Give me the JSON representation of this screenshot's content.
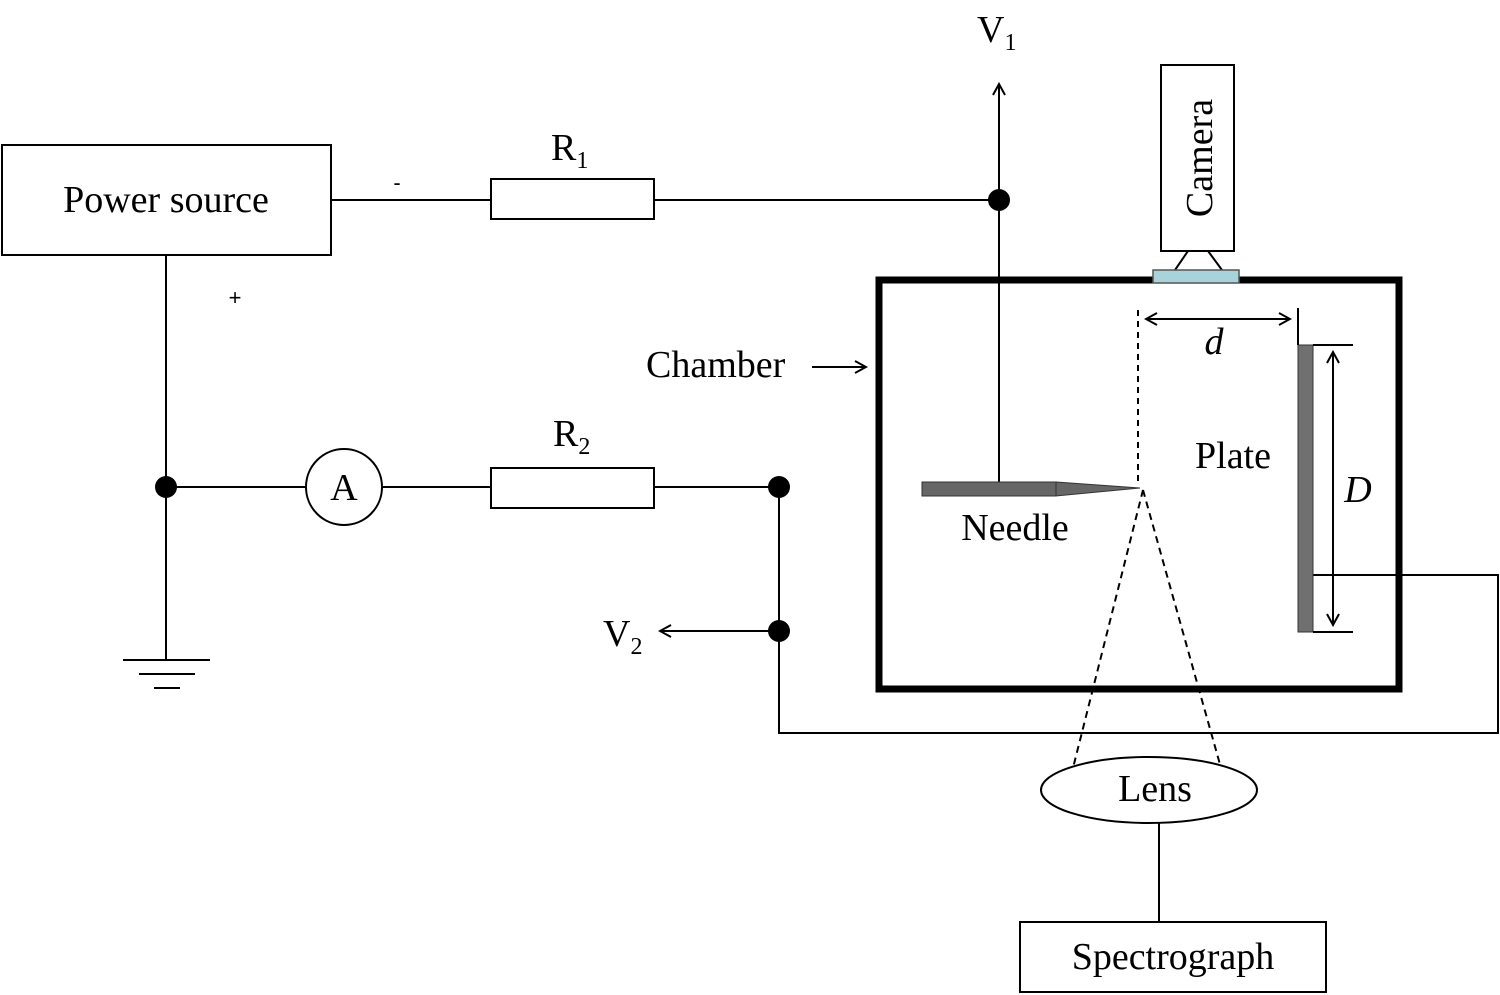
{
  "labels": {
    "power_source": "Power source",
    "minus_sign": "-",
    "plus_sign": "+",
    "r1_letter": "R",
    "r1_sub": "1",
    "r2_letter": "R",
    "r2_sub": "2",
    "v1_letter": "V",
    "v1_sub": "1",
    "v2_letter": "V",
    "v2_sub": "2",
    "ammeter": "A",
    "camera": "Camera",
    "chamber": "Chamber",
    "needle": "Needle",
    "plate": "Plate",
    "gap_d": "d",
    "plate_D": "D",
    "lens": "Lens",
    "spectrograph": "Spectrograph"
  },
  "colors": {
    "line": "#000000",
    "needle_fill": "#666666",
    "plate_fill": "#707070",
    "window_fill": "#a9d3da"
  }
}
